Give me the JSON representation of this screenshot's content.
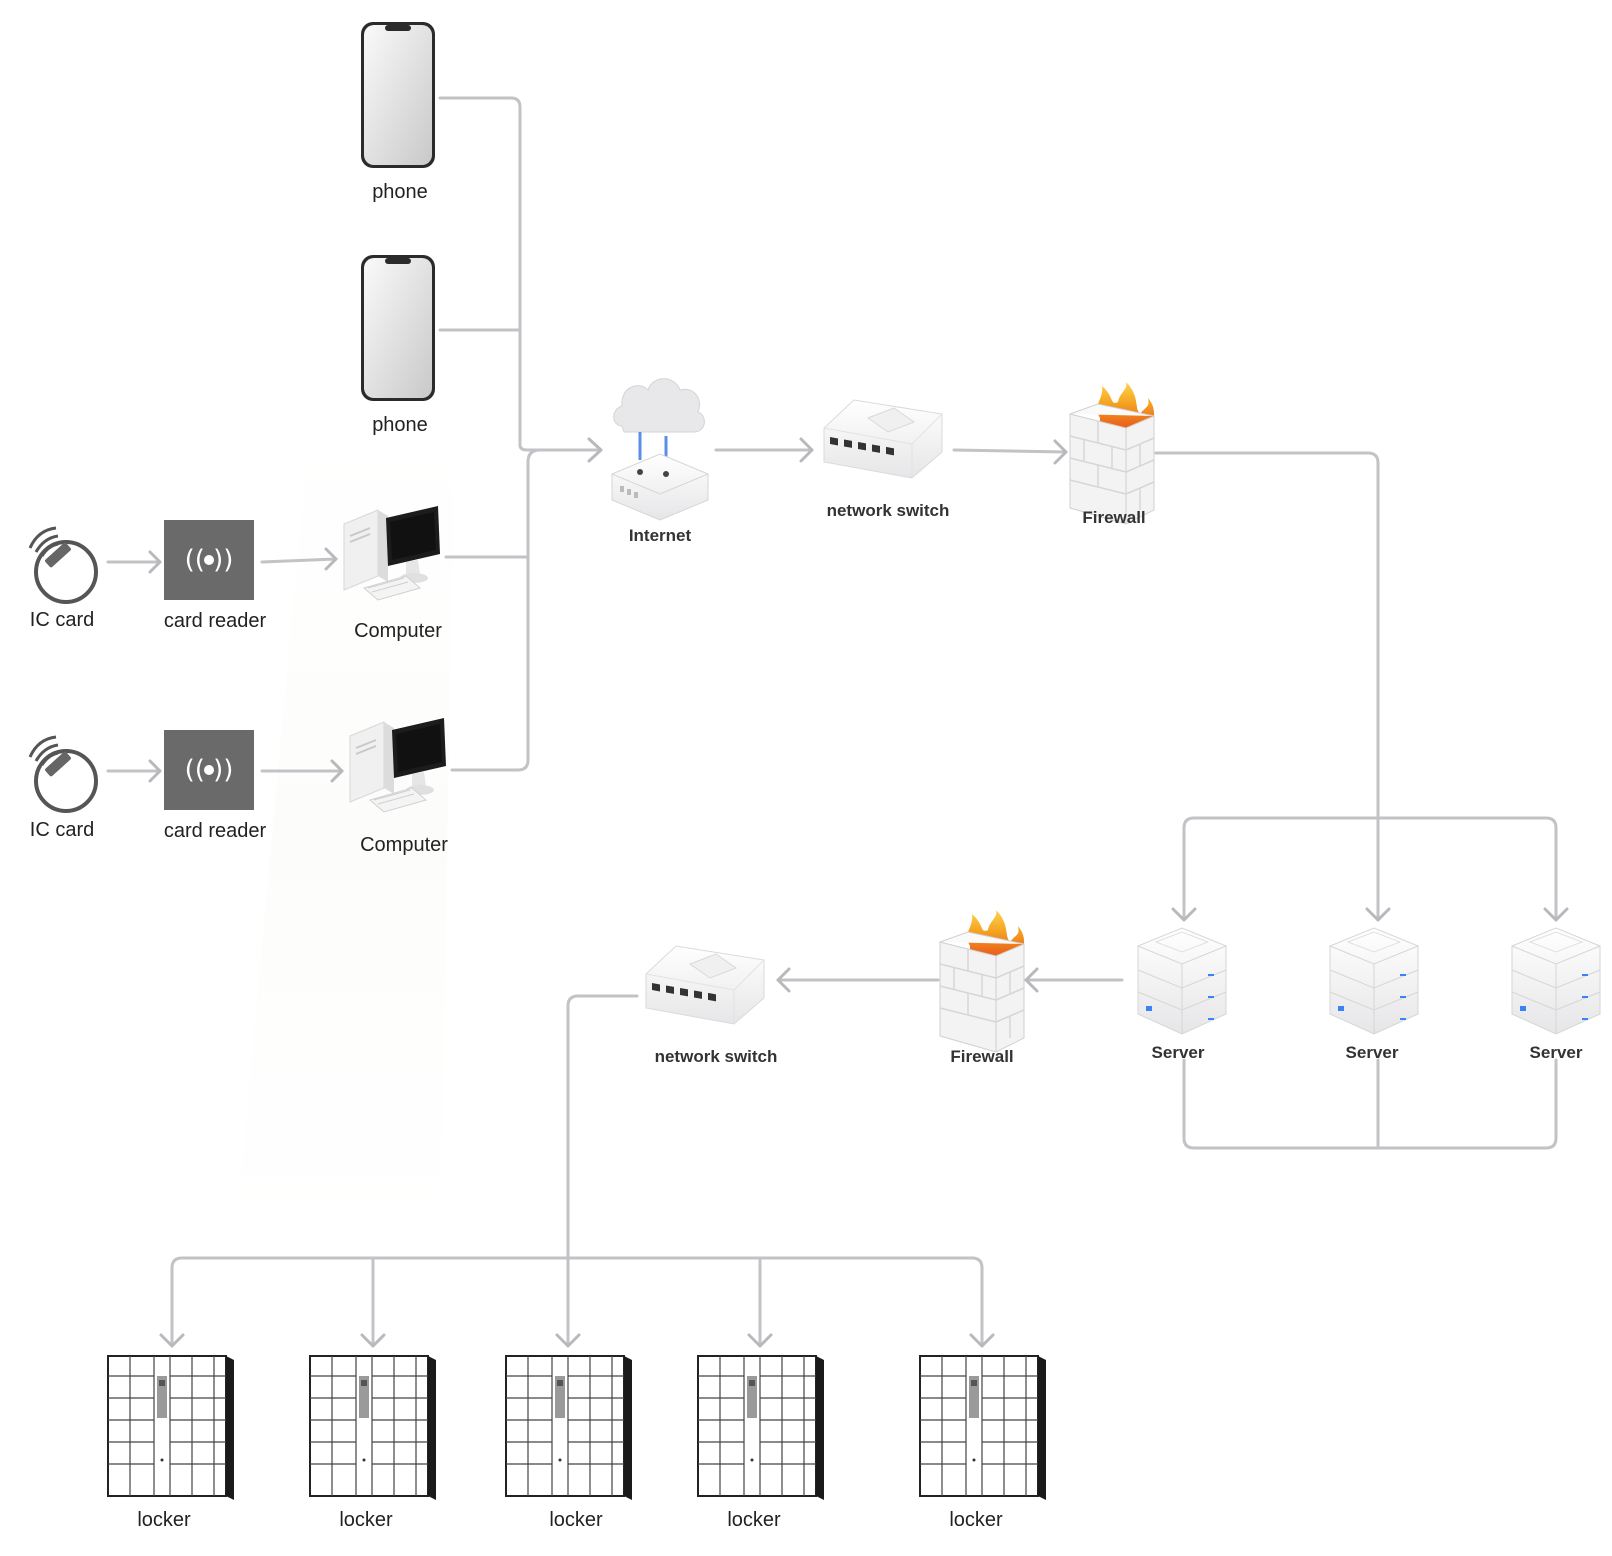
{
  "diagram": {
    "labels": {
      "phone": "phone",
      "ic_card": "IC card",
      "card_reader": "card reader",
      "computer": "Computer",
      "internet": "Internet",
      "network_switch": "network switch",
      "firewall": "Firewall",
      "server": "Server",
      "locker": "locker"
    },
    "colors": {
      "connector": "#c3c3c7",
      "card_reader_body": "#6a6a6a",
      "flame": "#f5a623",
      "flame_core": "#e8501a",
      "device_white": "#f4f4f5",
      "locker_frame": "#1a1a1a"
    },
    "nodes": [
      {
        "id": "phone-1",
        "icon": "phone-icon",
        "label": "phone"
      },
      {
        "id": "phone-2",
        "icon": "phone-icon",
        "label": "phone"
      },
      {
        "id": "ic-card-1",
        "icon": "ic-card-icon",
        "label": "IC card"
      },
      {
        "id": "card-reader-1",
        "icon": "card-reader-icon",
        "label": "card reader"
      },
      {
        "id": "computer-1",
        "icon": "computer-icon",
        "label": "Computer"
      },
      {
        "id": "ic-card-2",
        "icon": "ic-card-icon",
        "label": "IC card"
      },
      {
        "id": "card-reader-2",
        "icon": "card-reader-icon",
        "label": "card reader"
      },
      {
        "id": "computer-2",
        "icon": "computer-icon",
        "label": "Computer"
      },
      {
        "id": "internet",
        "icon": "cloud-router-icon",
        "label": "Internet"
      },
      {
        "id": "network-switch-1",
        "icon": "network-switch-icon",
        "label": "network switch"
      },
      {
        "id": "firewall-1",
        "icon": "firewall-icon",
        "label": "Firewall"
      },
      {
        "id": "server-1",
        "icon": "server-icon",
        "label": "Server"
      },
      {
        "id": "server-2",
        "icon": "server-icon",
        "label": "Server"
      },
      {
        "id": "server-3",
        "icon": "server-icon",
        "label": "Server"
      },
      {
        "id": "firewall-2",
        "icon": "firewall-icon",
        "label": "Firewall"
      },
      {
        "id": "network-switch-2",
        "icon": "network-switch-icon",
        "label": "network switch"
      },
      {
        "id": "locker-1",
        "icon": "locker-icon",
        "label": "locker"
      },
      {
        "id": "locker-2",
        "icon": "locker-icon",
        "label": "locker"
      },
      {
        "id": "locker-3",
        "icon": "locker-icon",
        "label": "locker"
      },
      {
        "id": "locker-4",
        "icon": "locker-icon",
        "label": "locker"
      },
      {
        "id": "locker-5",
        "icon": "locker-icon",
        "label": "locker"
      }
    ],
    "edges": [
      {
        "from": "ic-card-1",
        "to": "card-reader-1"
      },
      {
        "from": "card-reader-1",
        "to": "computer-1"
      },
      {
        "from": "ic-card-2",
        "to": "card-reader-2"
      },
      {
        "from": "card-reader-2",
        "to": "computer-2"
      },
      {
        "from": "phone-1",
        "to": "internet"
      },
      {
        "from": "phone-2",
        "to": "internet"
      },
      {
        "from": "computer-1",
        "to": "internet"
      },
      {
        "from": "computer-2",
        "to": "internet"
      },
      {
        "from": "internet",
        "to": "network-switch-1"
      },
      {
        "from": "network-switch-1",
        "to": "firewall-1"
      },
      {
        "from": "firewall-1",
        "to": "server-1"
      },
      {
        "from": "firewall-1",
        "to": "server-2"
      },
      {
        "from": "firewall-1",
        "to": "server-3"
      },
      {
        "from": "server-1",
        "to": "firewall-2"
      },
      {
        "from": "firewall-2",
        "to": "network-switch-2"
      },
      {
        "from": "network-switch-2",
        "to": "locker-1"
      },
      {
        "from": "network-switch-2",
        "to": "locker-2"
      },
      {
        "from": "network-switch-2",
        "to": "locker-3"
      },
      {
        "from": "network-switch-2",
        "to": "locker-4"
      },
      {
        "from": "network-switch-2",
        "to": "locker-5"
      }
    ]
  }
}
